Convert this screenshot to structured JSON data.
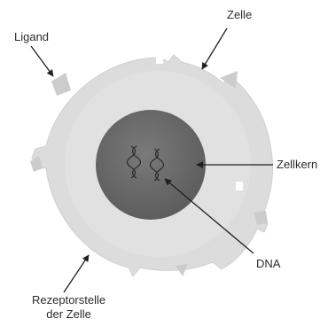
{
  "labels": {
    "cell": "Zelle",
    "ligand": "Ligand",
    "nucleus": "Zellkern",
    "dna": "DNA",
    "receptor_line1": "Rezeptorstelle",
    "receptor_line2": "der Zelle"
  },
  "colors": {
    "membrane": "#d6d6d6",
    "cytoplasm": "#e3e3e3",
    "nucleus": "#6f6f6f",
    "ligand": "#cfcfcf",
    "arrow": "#1f1f1f"
  }
}
